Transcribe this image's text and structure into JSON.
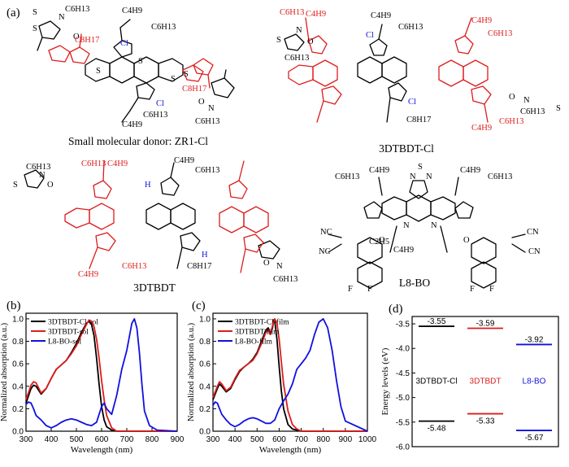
{
  "figure": {
    "panel_labels": [
      "(a)",
      "(b)",
      "(c)",
      "(d)"
    ],
    "molecules": [
      {
        "name": "Small molecular donor: ZR1-Cl",
        "atoms": [
          "S",
          "S",
          "O",
          "N",
          "C6H13",
          "C4H9",
          "C6H13",
          "C8H17",
          "C8H17",
          "Cl",
          "Cl",
          "S",
          "S",
          "S",
          "S",
          "O",
          "N",
          "C6H13",
          "C4H9",
          "C6H13"
        ]
      },
      {
        "name": "3DTBDT-Cl",
        "atoms": [
          "S",
          "O",
          "N",
          "C6H13",
          "C4H9",
          "C6H13",
          "Cl",
          "Cl",
          "C8H17",
          "C4H9",
          "C6H13",
          "C4H9",
          "C6H13",
          "O",
          "N",
          "C6H13",
          "S",
          "C4H9",
          "C6H13"
        ]
      },
      {
        "name": "3DTBDT",
        "atoms": [
          "S",
          "O",
          "N",
          "C6H13",
          "C4H9",
          "C6H13",
          "C8H17",
          "H",
          "H",
          "C6H13",
          "C4H9",
          "C4H9",
          "C6H13",
          "O",
          "N",
          "C6H13"
        ]
      },
      {
        "name": "L8-BO",
        "atoms": [
          "N",
          "S",
          "N",
          "C6H13",
          "C4H9",
          "C6H13",
          "C4H9",
          "C2H5",
          "C4H9",
          "N",
          "N",
          "NC",
          "CN",
          "NC",
          "CN",
          "O",
          "O",
          "F",
          "F",
          "F",
          "F"
        ]
      }
    ]
  },
  "chart_data": [
    {
      "type": "line",
      "panel": "(b)",
      "xlabel": "Wavelength (nm)",
      "ylabel": "Normalized absorption (a.u.)",
      "xlim": [
        300,
        900
      ],
      "ylim": [
        0.0,
        1.05
      ],
      "xticks": [
        300,
        400,
        500,
        600,
        700,
        800,
        900
      ],
      "yticks": [
        0.0,
        0.2,
        0.4,
        0.6,
        0.8,
        1.0
      ],
      "legend_position": "top-left",
      "series": [
        {
          "name": "3DTBDT-Cl-sol",
          "color": "#000000",
          "x": [
            300,
            320,
            330,
            340,
            360,
            380,
            400,
            420,
            440,
            460,
            480,
            500,
            520,
            540,
            550,
            560,
            570,
            580,
            590,
            600,
            610,
            620,
            640,
            660,
            700,
            800,
            900
          ],
          "y": [
            0.25,
            0.38,
            0.41,
            0.4,
            0.33,
            0.38,
            0.47,
            0.55,
            0.59,
            0.63,
            0.7,
            0.78,
            0.88,
            0.96,
            0.98,
            0.95,
            0.85,
            0.65,
            0.42,
            0.22,
            0.1,
            0.04,
            0.01,
            0.0,
            0.0,
            0.0,
            0.0
          ]
        },
        {
          "name": "3DTBDT-sol",
          "color": "#dd1c1c",
          "x": [
            300,
            320,
            330,
            340,
            360,
            380,
            400,
            420,
            440,
            460,
            480,
            500,
            520,
            540,
            550,
            560,
            570,
            580,
            590,
            600,
            610,
            620,
            640,
            660,
            700,
            800,
            900
          ],
          "y": [
            0.28,
            0.41,
            0.44,
            0.43,
            0.34,
            0.38,
            0.47,
            0.55,
            0.59,
            0.63,
            0.69,
            0.76,
            0.86,
            0.95,
            0.99,
            0.98,
            0.93,
            0.82,
            0.65,
            0.45,
            0.28,
            0.14,
            0.03,
            0.0,
            0.0,
            0.0,
            0.0
          ]
        },
        {
          "name": "L8-BO-sol",
          "color": "#1010e0",
          "x": [
            300,
            310,
            320,
            330,
            340,
            360,
            380,
            400,
            420,
            440,
            460,
            480,
            500,
            520,
            540,
            560,
            580,
            600,
            610,
            620,
            640,
            660,
            680,
            700,
            710,
            720,
            730,
            740,
            750,
            760,
            770,
            790,
            820,
            900
          ],
          "y": [
            0.24,
            0.26,
            0.25,
            0.2,
            0.14,
            0.1,
            0.05,
            0.03,
            0.05,
            0.08,
            0.1,
            0.11,
            0.1,
            0.08,
            0.06,
            0.05,
            0.08,
            0.22,
            0.25,
            0.2,
            0.15,
            0.32,
            0.55,
            0.72,
            0.84,
            0.96,
            1.0,
            0.92,
            0.7,
            0.42,
            0.18,
            0.05,
            0.01,
            0.0
          ]
        }
      ]
    },
    {
      "type": "line",
      "panel": "(c)",
      "xlabel": "Wavelength (nm)",
      "ylabel": "Normalized absorption (a.u.)",
      "xlim": [
        300,
        1000
      ],
      "ylim": [
        0.0,
        1.05
      ],
      "xticks": [
        300,
        400,
        500,
        600,
        700,
        800,
        900,
        1000
      ],
      "yticks": [
        0.0,
        0.2,
        0.4,
        0.6,
        0.8,
        1.0
      ],
      "legend_position": "top-left",
      "series": [
        {
          "name": "3DTBDT-Cl-film",
          "color": "#000000",
          "x": [
            300,
            320,
            330,
            340,
            360,
            380,
            400,
            420,
            440,
            460,
            480,
            500,
            520,
            540,
            550,
            560,
            570,
            575,
            580,
            590,
            600,
            610,
            620,
            640,
            660,
            700,
            800,
            1000
          ],
          "y": [
            0.28,
            0.38,
            0.42,
            0.4,
            0.35,
            0.38,
            0.46,
            0.53,
            0.57,
            0.6,
            0.64,
            0.7,
            0.8,
            0.9,
            0.92,
            0.87,
            0.92,
            0.99,
            0.98,
            0.82,
            0.58,
            0.36,
            0.2,
            0.06,
            0.02,
            0.0,
            0.0,
            0.0
          ]
        },
        {
          "name": "3DTBDT-film",
          "color": "#dd1c1c",
          "x": [
            300,
            320,
            330,
            340,
            360,
            380,
            400,
            420,
            440,
            460,
            480,
            500,
            520,
            540,
            550,
            560,
            570,
            580,
            590,
            600,
            610,
            620,
            640,
            660,
            680,
            700,
            800,
            1000
          ],
          "y": [
            0.3,
            0.4,
            0.44,
            0.42,
            0.36,
            0.39,
            0.47,
            0.54,
            0.57,
            0.6,
            0.63,
            0.69,
            0.78,
            0.88,
            0.9,
            0.86,
            0.94,
            1.0,
            0.96,
            0.82,
            0.62,
            0.42,
            0.18,
            0.06,
            0.02,
            0.0,
            0.0,
            0.0
          ]
        },
        {
          "name": "L8-BO-film",
          "color": "#1010e0",
          "x": [
            300,
            310,
            320,
            330,
            340,
            360,
            380,
            400,
            420,
            440,
            460,
            480,
            500,
            520,
            540,
            560,
            580,
            600,
            620,
            640,
            660,
            680,
            700,
            720,
            740,
            760,
            780,
            800,
            820,
            840,
            860,
            880,
            900,
            1000
          ],
          "y": [
            0.23,
            0.26,
            0.25,
            0.2,
            0.15,
            0.1,
            0.06,
            0.04,
            0.06,
            0.09,
            0.11,
            0.12,
            0.11,
            0.09,
            0.07,
            0.07,
            0.1,
            0.2,
            0.27,
            0.33,
            0.42,
            0.55,
            0.6,
            0.65,
            0.72,
            0.86,
            0.97,
            1.0,
            0.92,
            0.72,
            0.45,
            0.22,
            0.09,
            0.0
          ]
        }
      ]
    },
    {
      "type": "bar",
      "panel": "(d)",
      "ylabel": "Energy levels (eV)",
      "ylim": [
        -6.0,
        -3.35
      ],
      "yticks": [
        -6.0,
        -5.5,
        -5.0,
        -4.5,
        -4.0,
        -3.5
      ],
      "categories": [
        "3DTBDT-Cl",
        "3DTBDT",
        "L8-BO"
      ],
      "category_colors": [
        "#000000",
        "#dd1c1c",
        "#1010e0"
      ],
      "series": [
        {
          "name": "",
          "values": [
            -3.55,
            -3.59,
            -3.92
          ]
        },
        {
          "name": "",
          "values": [
            -5.48,
            -5.33,
            -5.67
          ]
        }
      ],
      "level_labels_upper": [
        "-3.55",
        "-3.59",
        "-3.92"
      ],
      "level_labels_lower": [
        "-5.48",
        "-5.33",
        "-5.67"
      ]
    }
  ]
}
